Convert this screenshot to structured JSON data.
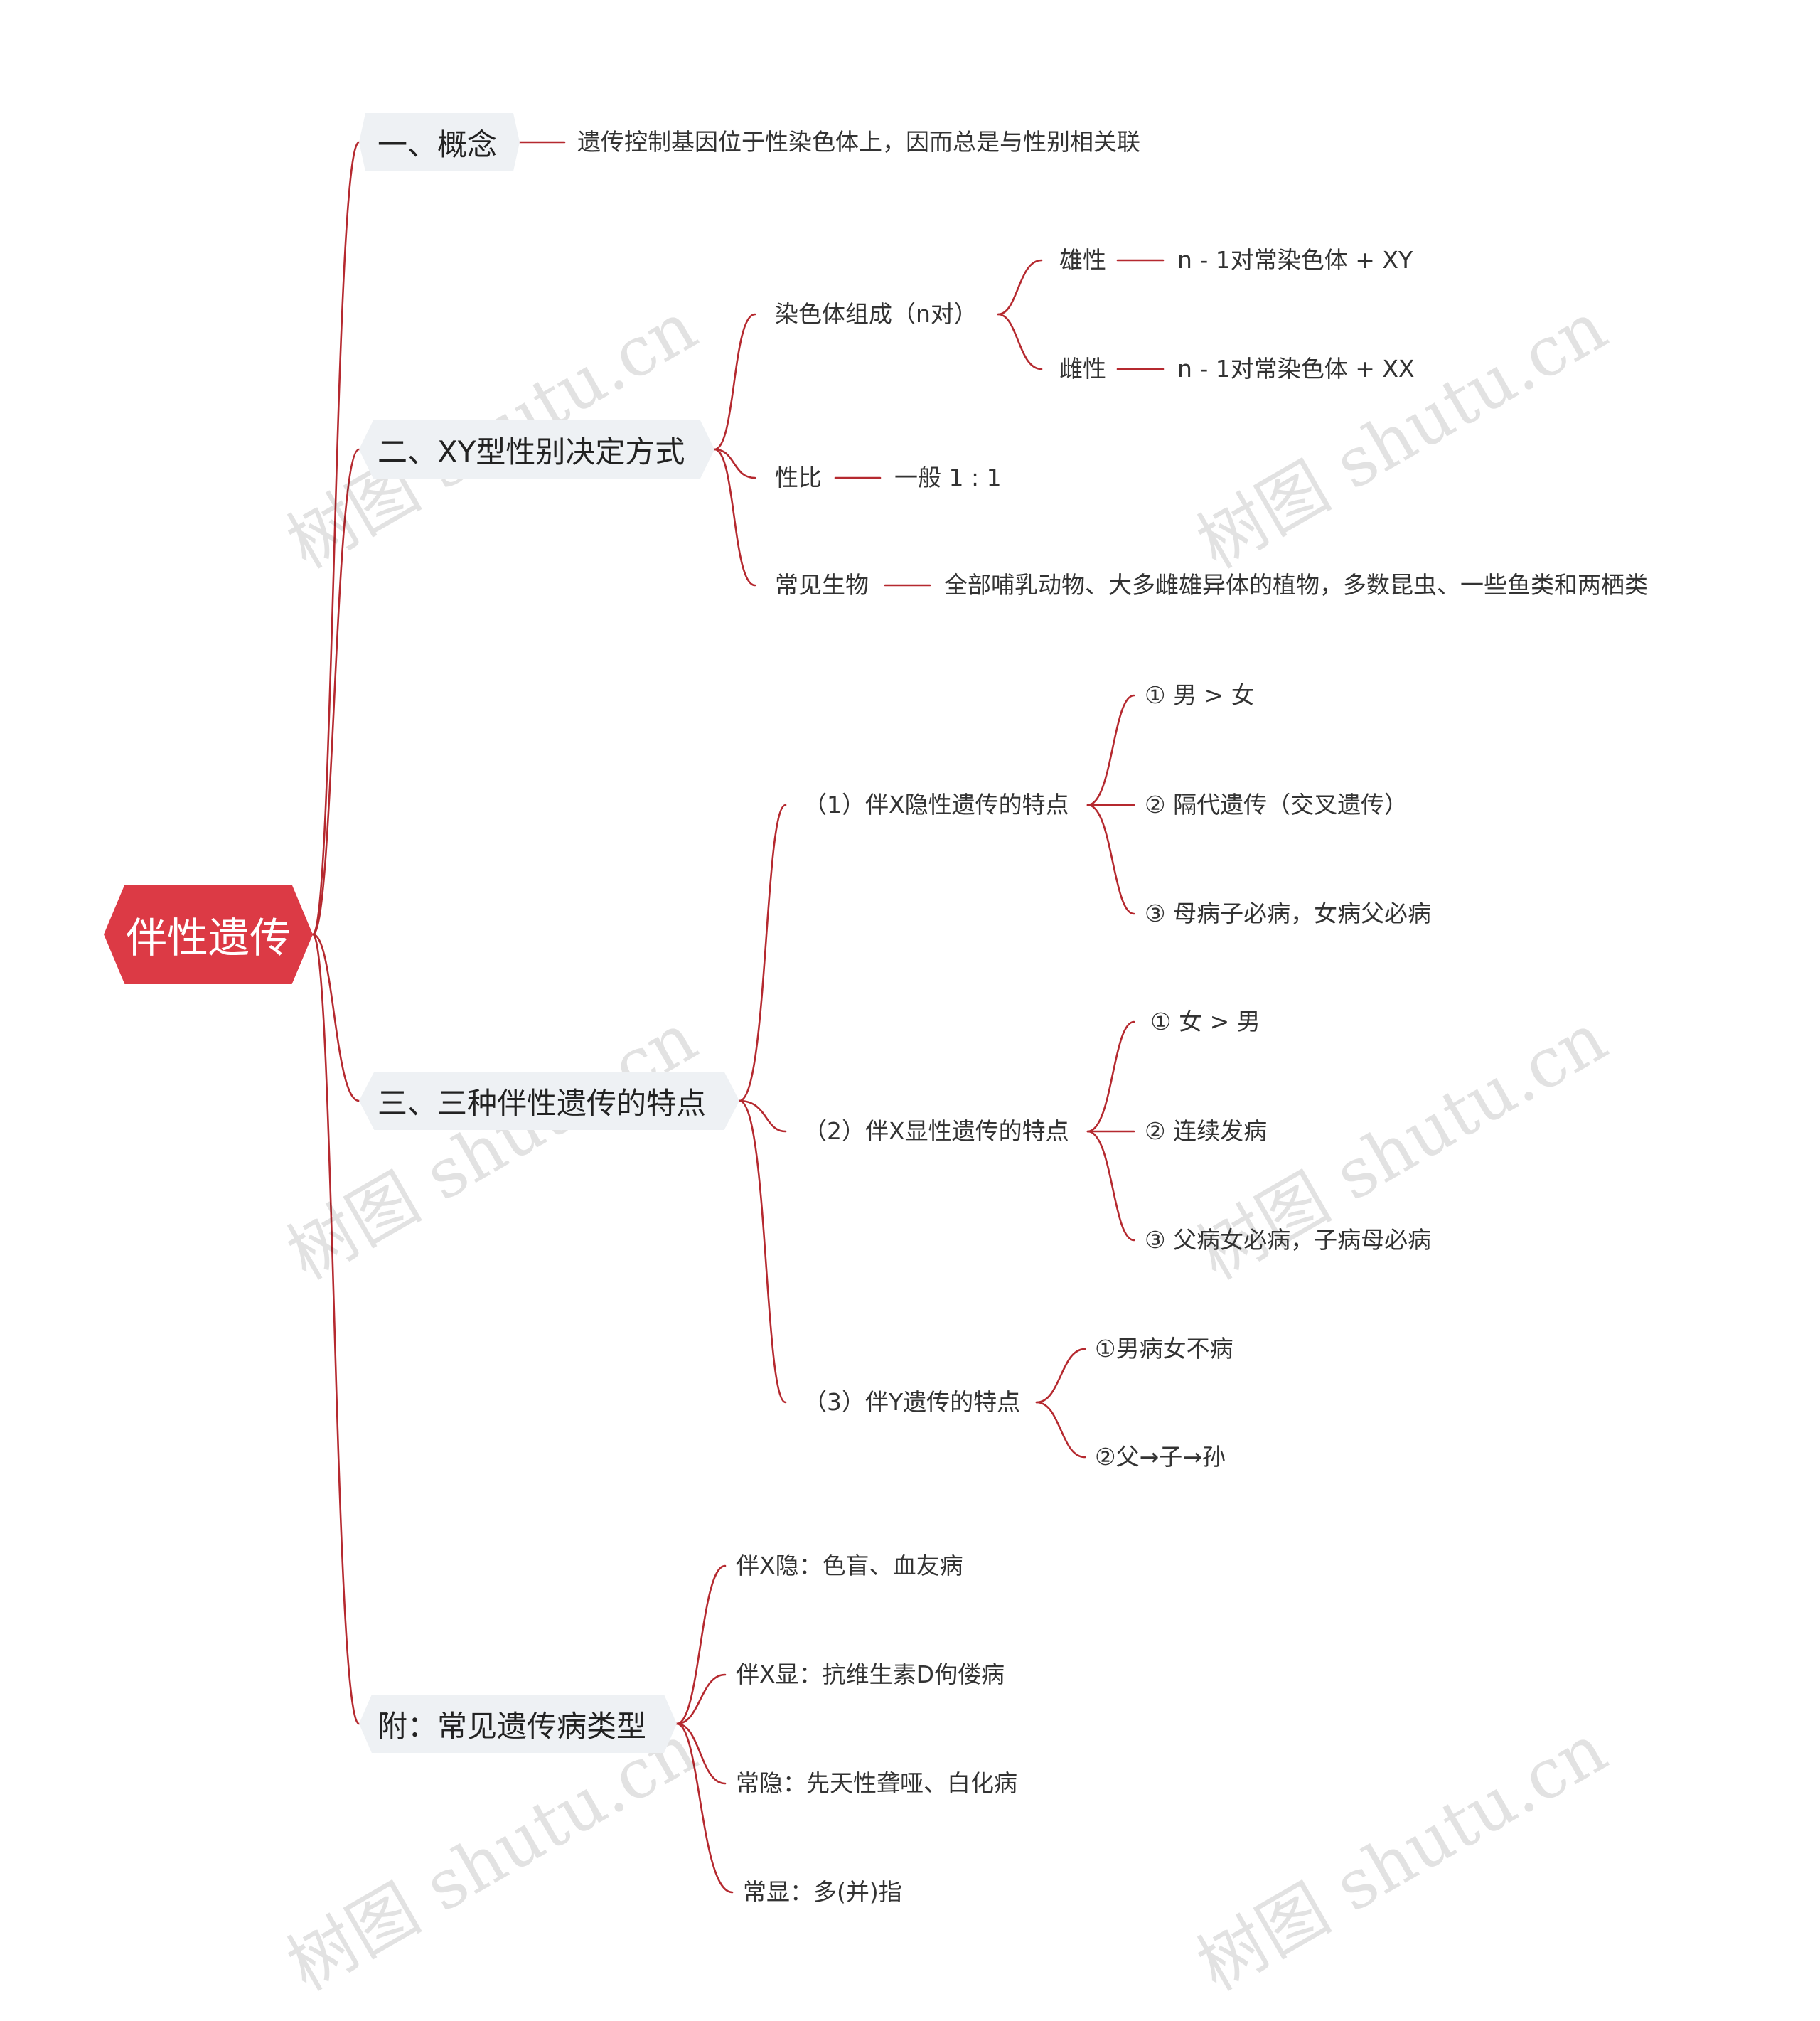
{
  "root": "伴性遗传",
  "watermark": "树图 shutu.cn",
  "branches": {
    "b1": {
      "label": "一、概念",
      "detail": "遗传控制基因位于性染色体上，因而总是与性别相关联"
    },
    "b2": {
      "label": "二、XY型性别决定方式",
      "chromosomes": {
        "label": "染色体组成（n对）",
        "male": "雄性",
        "male_value": "n - 1对常染色体 + XY",
        "female": "雌性",
        "female_value": "n - 1对常染色体 + XX"
      },
      "ratio": {
        "label": "性比",
        "value": "一般 1 : 1"
      },
      "organisms": {
        "label": "常见生物",
        "value": "全部哺乳动物、大多雌雄异体的植物，多数昆虫、一些鱼类和两栖类"
      }
    },
    "b3": {
      "label": "三、三种伴性遗传的特点",
      "xr": {
        "label": "（1）伴X隐性遗传的特点",
        "items": [
          "① 男  >  女",
          "② 隔代遗传（交叉遗传）",
          "③ 母病子必病，女病父必病"
        ]
      },
      "xd": {
        "label": "（2）伴X显性遗传的特点",
        "items": [
          "① 女 > 男",
          "② 连续发病",
          "③ 父病女必病，子病母必病"
        ]
      },
      "y": {
        "label": "（3）伴Y遗传的特点",
        "items": [
          "①男病女不病",
          "②父→子→孙"
        ]
      }
    },
    "b4": {
      "label": "附：常见遗传病类型",
      "items": [
        "伴X隐：色盲、血友病",
        "伴X显：抗维生素D佝偻病",
        "常隐：先天性聋哑、白化病",
        "常显：多(并)指"
      ]
    }
  },
  "colors": {
    "root_fill": "#dc3a45",
    "branch_fill": "#eef1f4",
    "connector": "#b5292f",
    "text": "#333333"
  }
}
